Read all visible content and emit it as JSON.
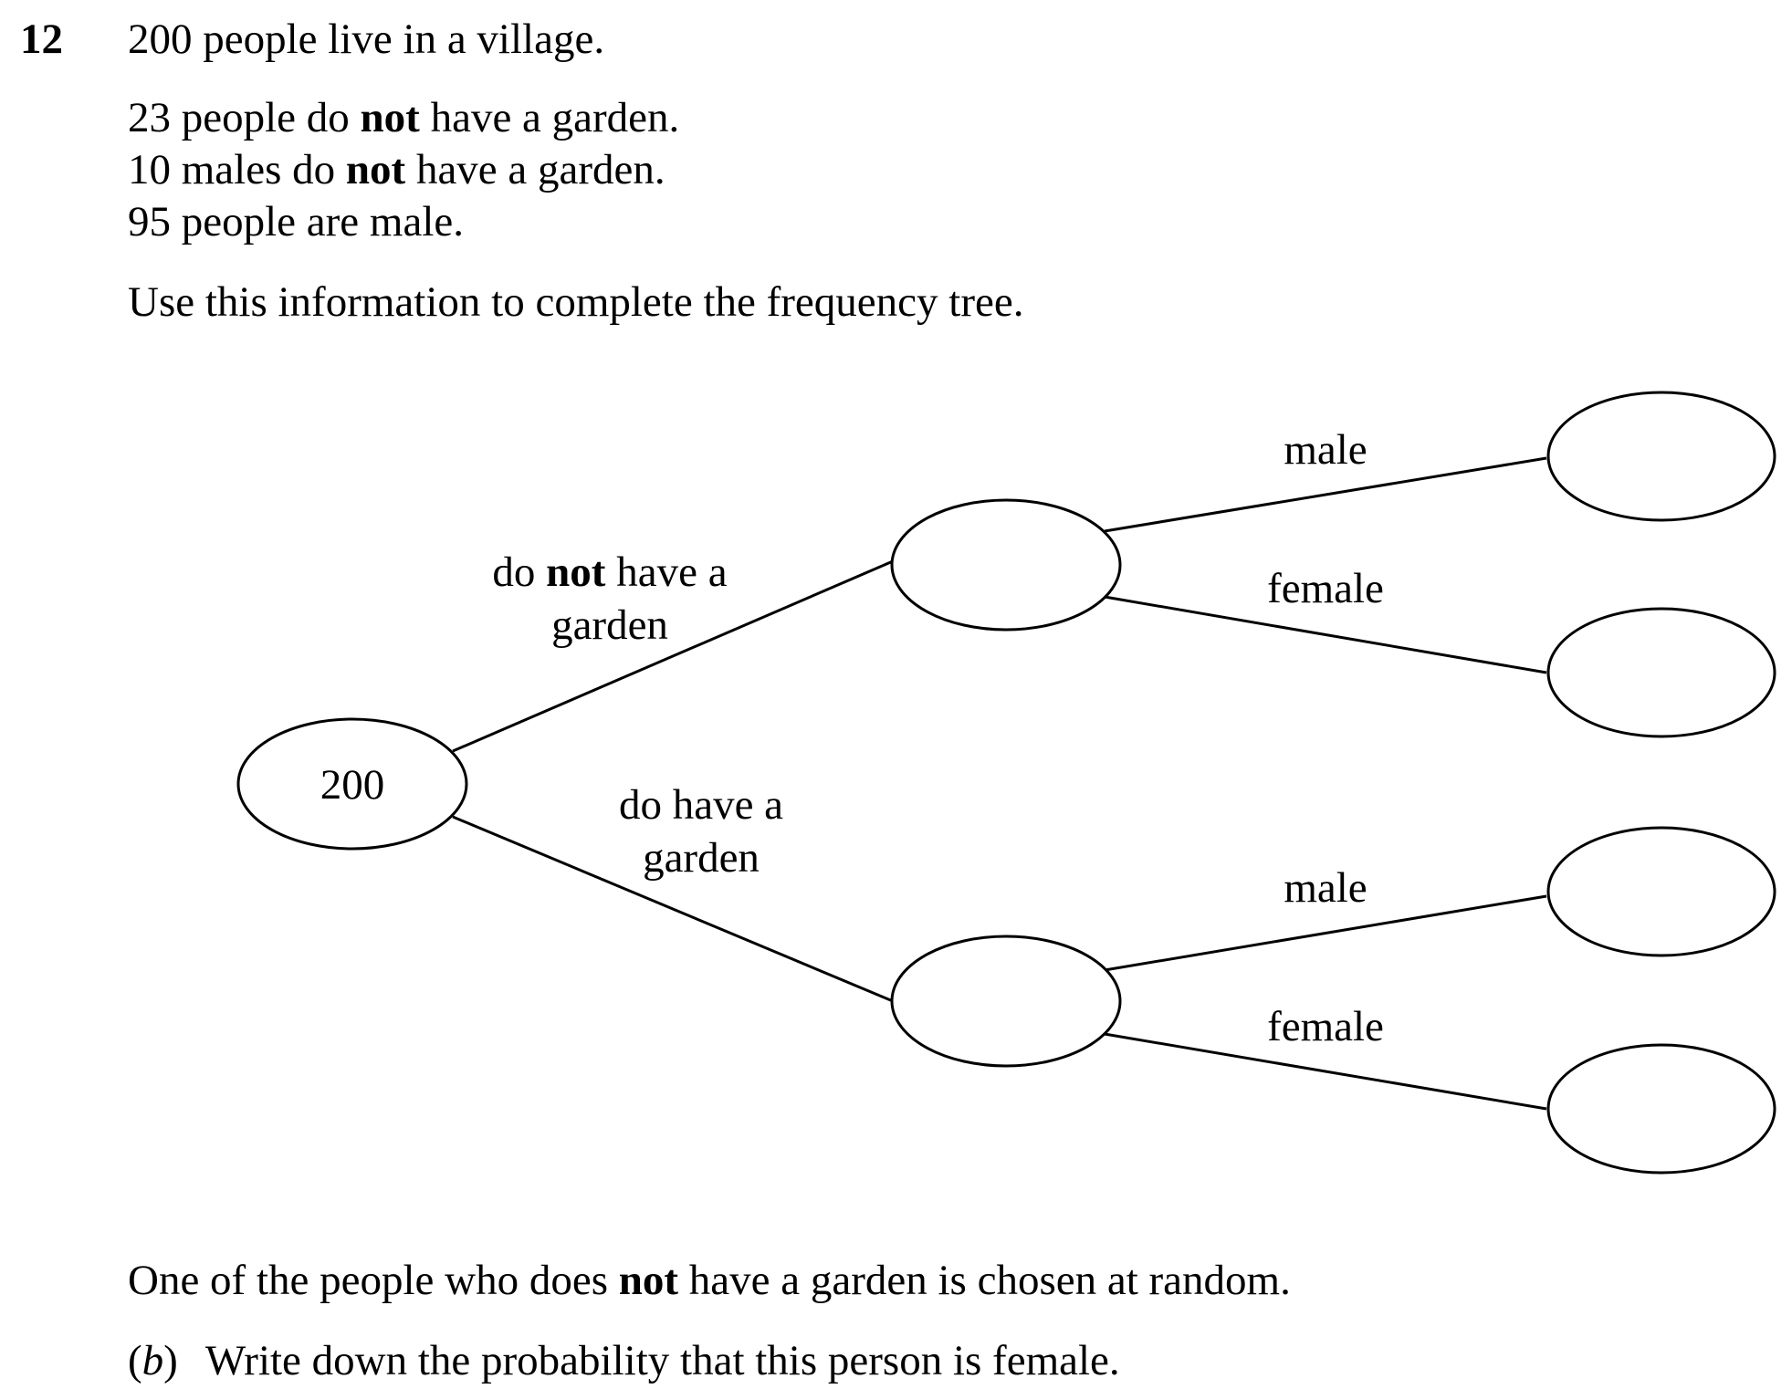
{
  "question": {
    "number": "12",
    "intro": "200 people live in a village.",
    "facts": {
      "fact1": {
        "before": "23 people do ",
        "bold": "not",
        "after": " have a garden."
      },
      "fact2": {
        "before": "10 males do ",
        "bold": "not",
        "after": " have a garden."
      },
      "fact3": "95 people are male."
    },
    "instruction": "Use this information to complete the frequency tree.",
    "follow_up": {
      "before": "One of the people who does ",
      "bold": "not",
      "after": " have a garden is chosen at random."
    },
    "part_b": {
      "label": "b",
      "text": "Write down the probability that this person is female."
    }
  },
  "tree": {
    "root_value": "200",
    "branch_no_garden": {
      "line1_before": "do ",
      "line1_bold": "not",
      "line1_after": " have a",
      "line2": "garden"
    },
    "branch_garden": {
      "line1": "do have a",
      "line2": "garden"
    },
    "upper_male": "male",
    "upper_female": "female",
    "lower_male": "male",
    "lower_female": "female"
  }
}
